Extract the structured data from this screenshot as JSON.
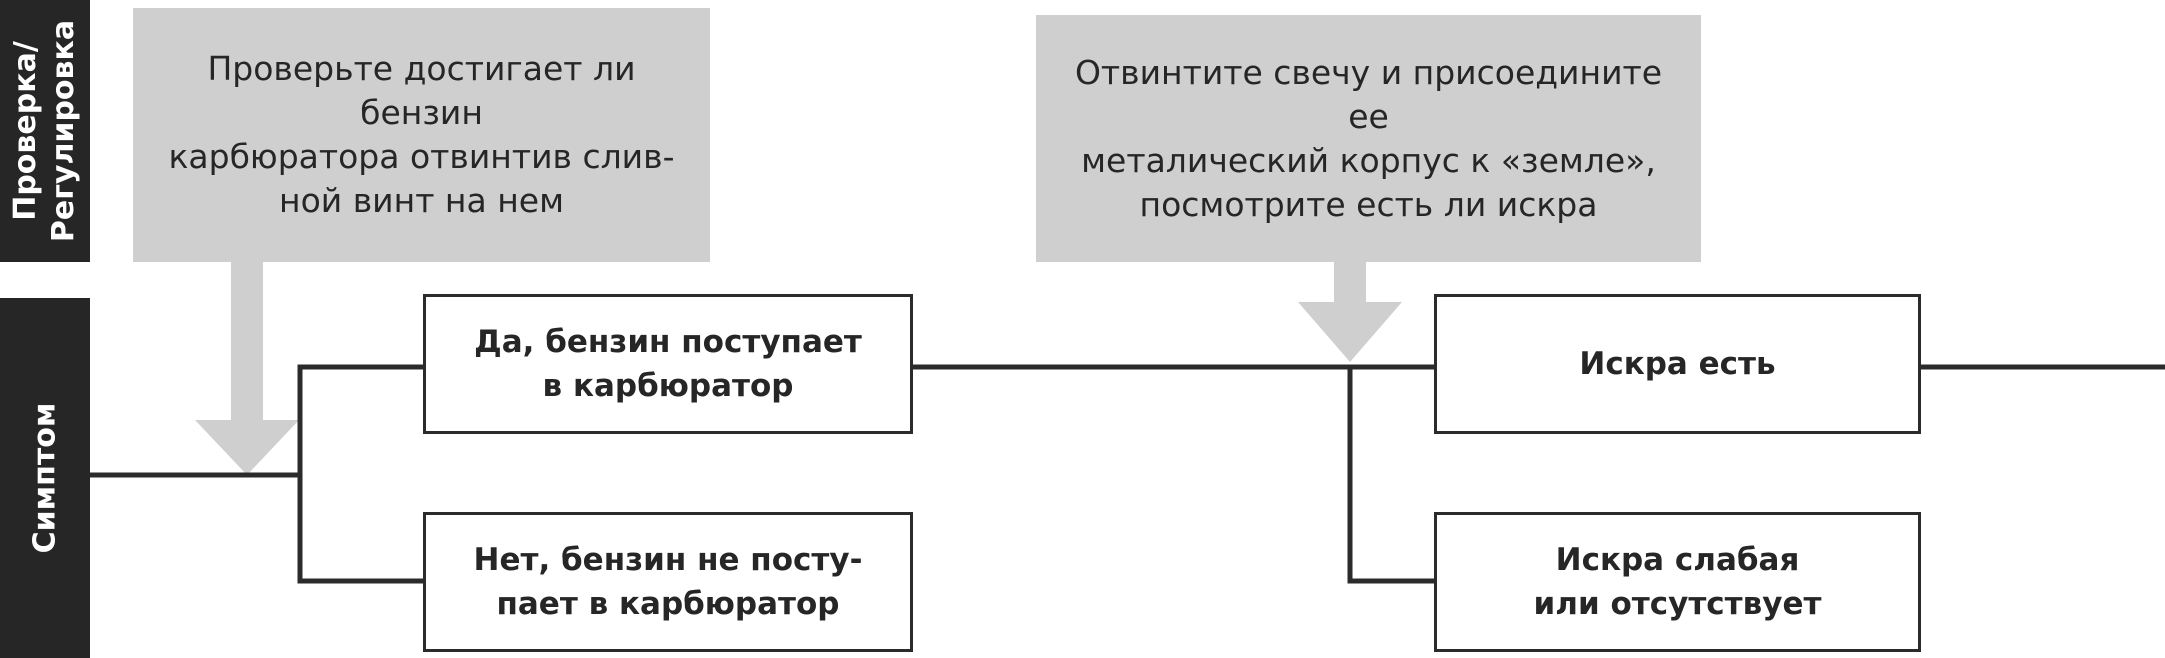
{
  "labels": {
    "check": "Проверка/\nРегулировка",
    "symptom": "Симптом"
  },
  "checks": {
    "left": "Проверьте достигает ли бензин\nкарбюратора отвинтив слив-\nной винт на нем",
    "right": "Отвинтите свечу и присоедините ее\nметалический корпус к «земле»,\nпосмотрите есть ли искра"
  },
  "outcomes": {
    "fuel_yes": "Да, бензин поступает\nв карбюратор",
    "fuel_no": "Нет, бензин не посту-\nпает в карбюратор",
    "spark_yes": "Искра есть",
    "spark_no": "Искра слабая\nили отсутствует"
  },
  "colors": {
    "dark": "#262626",
    "gray": "#cfcfcf",
    "line": "#2b2b2b"
  }
}
